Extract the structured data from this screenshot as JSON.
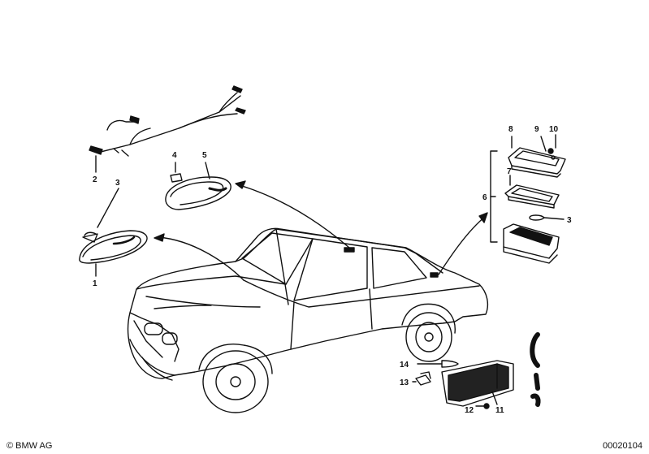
{
  "callouts": [
    "1",
    "2",
    "3",
    "4",
    "5",
    "6",
    "7",
    "8",
    "9",
    "10",
    "3",
    "11",
    "12",
    "13",
    "14"
  ],
  "footer": {
    "copyright": "© BMW AG",
    "diagram_id": "00020104"
  }
}
